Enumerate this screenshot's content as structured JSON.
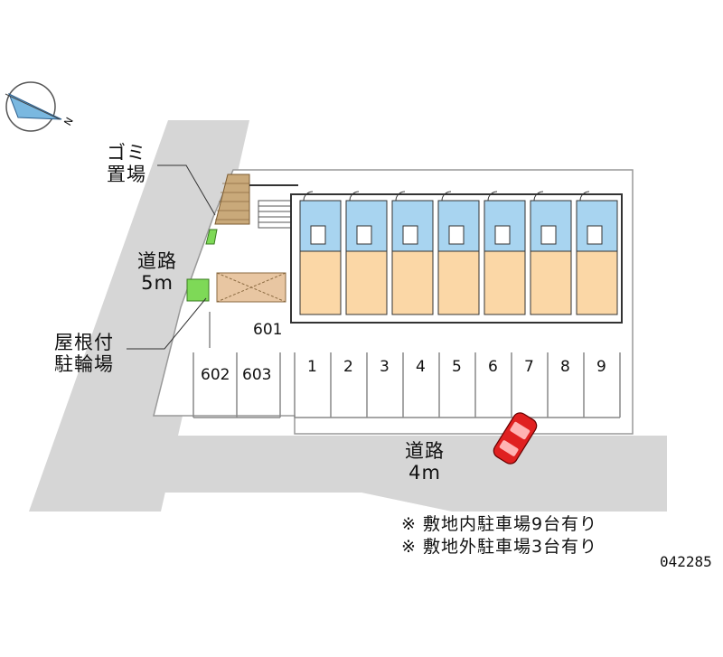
{
  "labels": {
    "trash_area": [
      "ゴミ",
      "置場"
    ],
    "road_west": [
      "道路",
      "5m"
    ],
    "bike_parking": [
      "屋根付",
      "駐輪場"
    ],
    "road_south": [
      "道路",
      "4m"
    ]
  },
  "onsite_slots": [
    "1",
    "2",
    "3",
    "4",
    "5",
    "6",
    "7",
    "8",
    "9"
  ],
  "offsite_slots": [
    "601",
    "602",
    "603"
  ],
  "notes": [
    "※ 敷地内駐車場9台有り",
    "※ 敷地外駐車場3台有り"
  ],
  "map_code": "042285",
  "compass_letter": "N",
  "colors": {
    "road": "#d6d6d6",
    "unit_room": "#fbd7a6",
    "wet_area": "#a8d4f0",
    "greenery": "#7ed957",
    "bike_shed": "#e8c6a2",
    "car": "#e02020"
  }
}
